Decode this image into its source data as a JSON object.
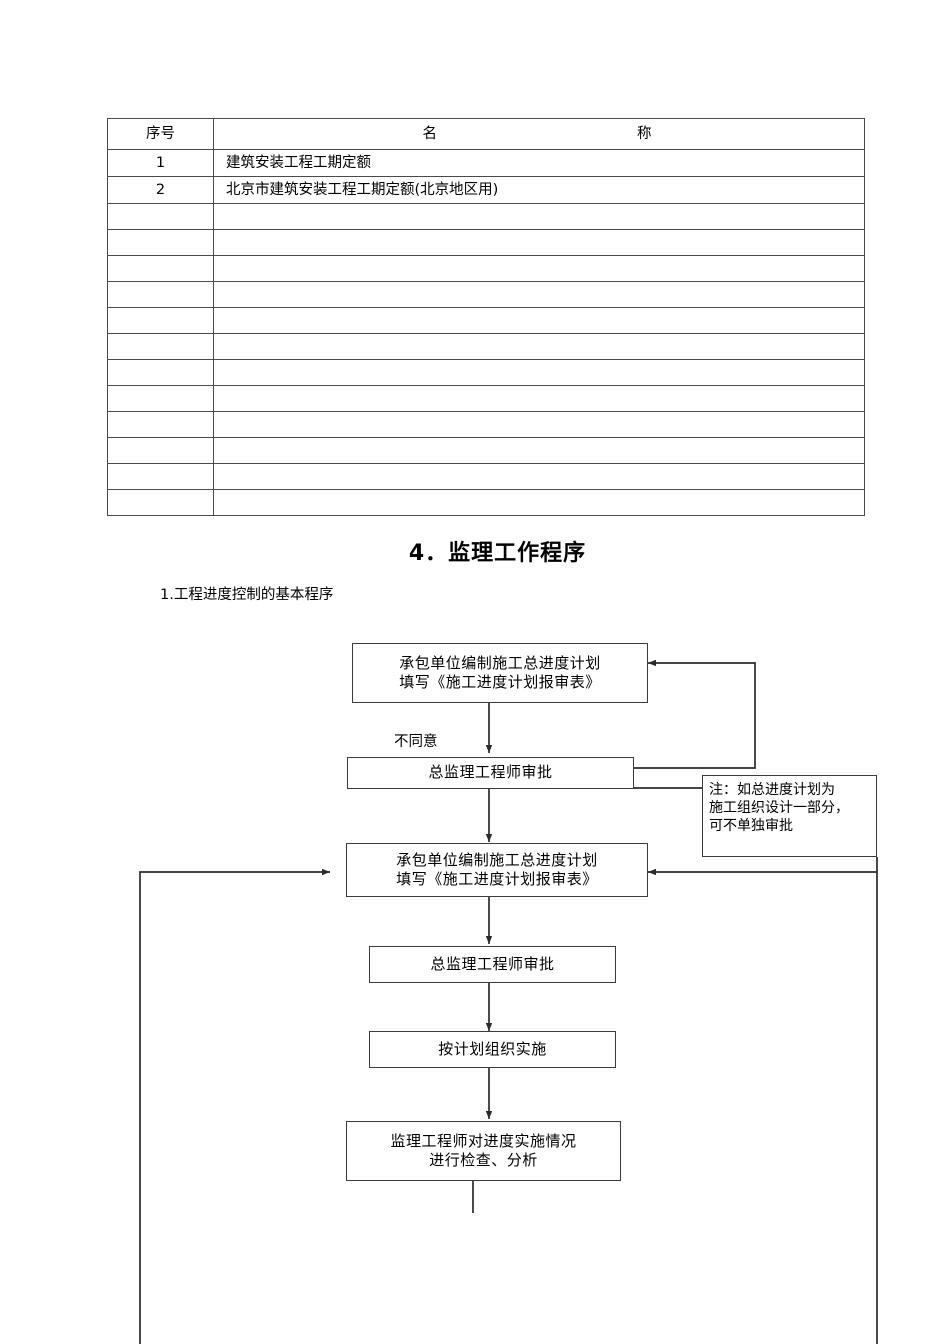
{
  "document": {
    "section_title": "4．监理工作程序",
    "sub_title": "1.工程进度控制的基本程序"
  },
  "table": {
    "headers": {
      "no": "序号",
      "name_part1": "名",
      "name_part2": "称"
    },
    "rows": [
      {
        "no": "1",
        "name": "建筑安装工程工期定额"
      },
      {
        "no": "2",
        "name": "北京市建筑安装工程工期定额(北京地区用)"
      }
    ],
    "empty_row_count": 12
  },
  "flowchart": {
    "boxes": {
      "box1_line1": "承包单位编制施工总进度计划",
      "box1_line2": "填写《施工进度计划报审表》",
      "box2": "总监理工程师审批",
      "box3_line1": "承包单位编制施工总进度计划",
      "box3_line2": "填写《施工进度计划报审表》",
      "box4": "总监理工程师审批",
      "box5": "按计划组织实施",
      "box6_line1": "监理工程师对进度实施情况",
      "box6_line2": "进行检查、分析",
      "note_line1": "注：如总进度计划为",
      "note_line2": "施工组织设计一部分，",
      "note_line3": "可不单独审批"
    },
    "labels": {
      "disagree": "不同意"
    },
    "colors": {
      "line": "#3c3c3c",
      "text": "#000000",
      "background": "#ffffff"
    }
  }
}
